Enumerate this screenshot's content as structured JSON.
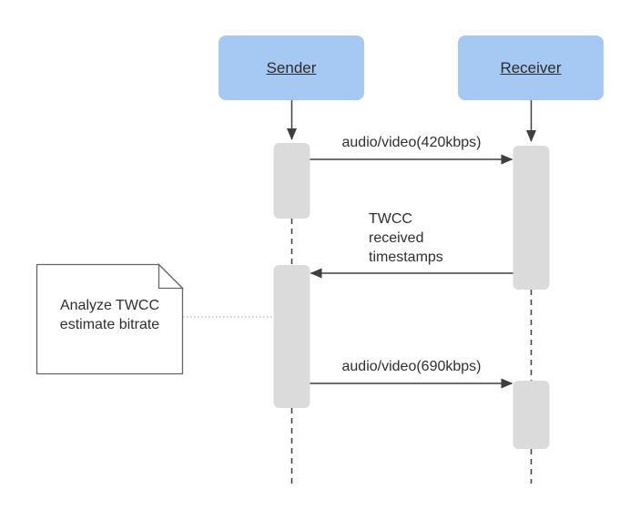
{
  "diagram": {
    "type": "sequence-diagram",
    "actors": [
      {
        "label": "Sender"
      },
      {
        "label": "Receiver"
      }
    ],
    "messages": [
      {
        "label": "audio/video(420kbps)",
        "from": "Sender",
        "to": "Receiver",
        "style": "solid-arrow"
      },
      {
        "label": "TWCC\nreceived\ntimestamps",
        "from": "Receiver",
        "to": "Sender",
        "style": "solid-arrow"
      },
      {
        "label": "audio/video(690kbps)",
        "from": "Sender",
        "to": "Receiver",
        "style": "solid-arrow"
      }
    ],
    "note": {
      "text": "Analyze TWCC\nestimate bitrate",
      "attached_to": "Sender"
    },
    "colors": {
      "actor_fill": "#a6c9f4",
      "activation_fill": "#dbdbdb",
      "line": "#3f3f3f",
      "text": "#2f2f2f",
      "note_border": "#666666",
      "note_fill": "#ffffff",
      "note_connector": "#b3b3b3",
      "background": "#ffffff"
    }
  }
}
